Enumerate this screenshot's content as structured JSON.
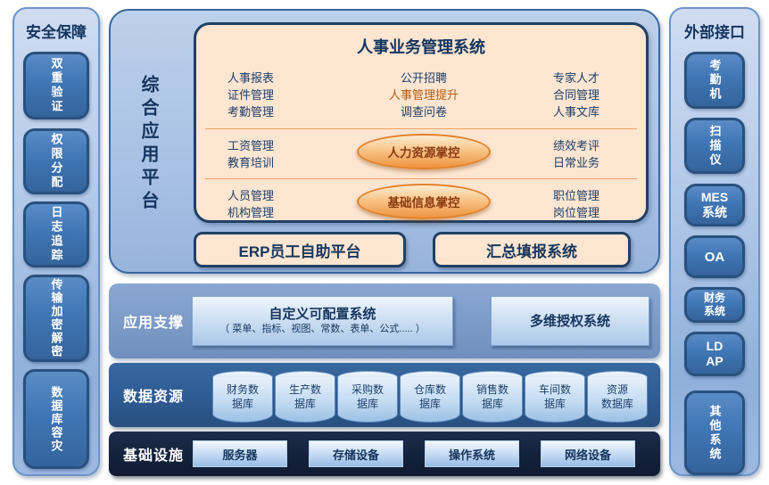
{
  "left_sidebar": {
    "title": "安全保障",
    "items": [
      "双重验证",
      "权限分配",
      "日志追踪",
      "传输加密解密",
      "数据库容灾"
    ]
  },
  "right_sidebar": {
    "title": "外部接口",
    "items": [
      "考勤机",
      "扫描仪",
      "MES\n系统",
      "OA",
      "财务\n系统",
      "LD\nAP",
      "其他系统"
    ]
  },
  "platform": {
    "label": "综合应用平台",
    "hr_system": {
      "title": "人事业务管理系统",
      "row1": {
        "left": [
          "人事报表",
          "证件管理",
          "考勤管理"
        ],
        "middle": [
          "公开招聘",
          "人事管理提升",
          "调查问卷"
        ],
        "right": [
          "专家人才",
          "合同管理",
          "人事文库"
        ]
      },
      "row2": {
        "left": [
          "工资管理",
          "教育培训"
        ],
        "ellipse": "人力资源掌控",
        "right": [
          "绩效考评",
          "日常业务"
        ]
      },
      "row3": {
        "left": [
          "人员管理",
          "机构管理"
        ],
        "ellipse": "基础信息掌控",
        "right": [
          "职位管理",
          "岗位管理"
        ]
      }
    },
    "buttons": [
      "ERP员工自助平台",
      "汇总填报系统"
    ]
  },
  "app_support": {
    "label": "应用支撑",
    "config_system": {
      "title": "自定义可配置系统",
      "subtitle": "（ 菜单、指标、视图、常数、表单、公式..... ）"
    },
    "auth_system": "多维授权系统"
  },
  "data_resources": {
    "label": "数据资源",
    "databases": [
      "财务数\n据库",
      "生产数\n据库",
      "采购数\n据库",
      "仓库数\n据库",
      "销售数\n据库",
      "车间数\n据库",
      "资源\n数据库"
    ]
  },
  "infrastructure": {
    "label": "基础设施",
    "items": [
      "服务器",
      "存储设备",
      "操作系统",
      "网络设备"
    ]
  },
  "colors": {
    "navy_text": "#17375e",
    "orange_highlight": "#b85c10",
    "peach_fill": "#fce5d1",
    "panel_blue": "#aec6e6",
    "section_blue": "#7e9dc8",
    "data_blue": "#2e5c94",
    "infra_navy": "#14213b",
    "ellipse_orange": "#ef9440",
    "item_blue": "#3f76b4"
  }
}
